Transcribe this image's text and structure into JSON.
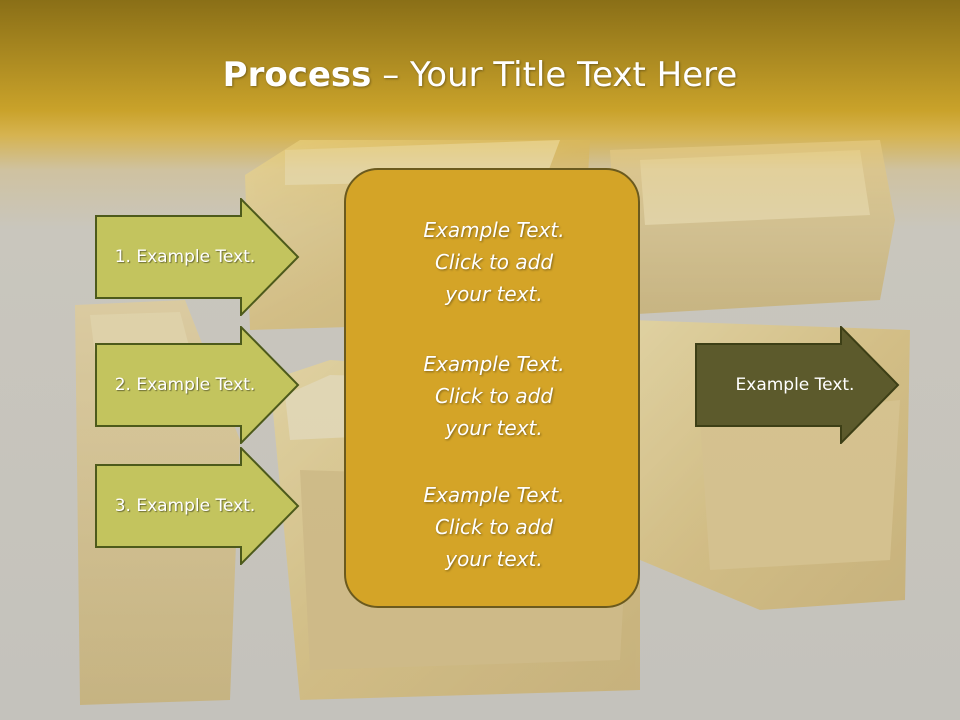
{
  "slide": {
    "title_bold": "Process",
    "title_separator": " – ",
    "title_rest": "Your Title Text Here"
  },
  "arrows": [
    {
      "label": "1. Example Text."
    },
    {
      "label": "2. Example Text."
    },
    {
      "label": "3. Example Text."
    }
  ],
  "center_box": {
    "paragraphs": [
      {
        "line1": "Example Text.",
        "line2": "Click  to add",
        "line3": "your text."
      },
      {
        "line1": "Example Text.",
        "line2": "Click  to add",
        "line3": "your text."
      },
      {
        "line1": "Example Text.",
        "line2": "Click  to add",
        "line3": "your text."
      }
    ]
  },
  "output_arrow": {
    "label": "Example Text."
  },
  "colors": {
    "header_gold": "#c9a22a",
    "arrow_fill": "#c3c45e",
    "arrow_border": "#4d5a1b",
    "center_fill": "#d4a427",
    "output_fill": "#5c5a2c"
  }
}
